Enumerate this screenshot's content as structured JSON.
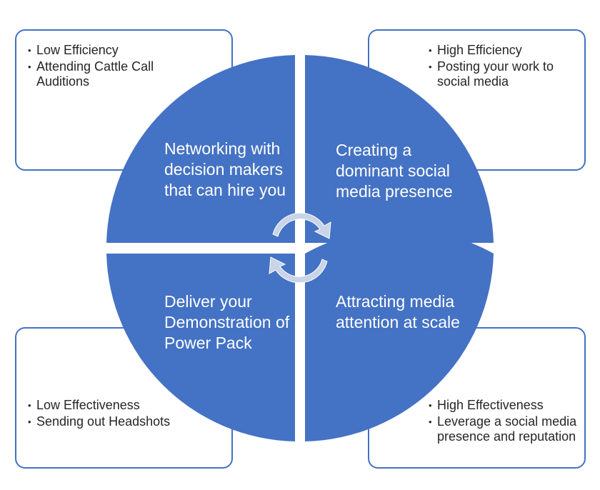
{
  "colors": {
    "quadrant_fill": "#4472c4",
    "box_border": "#4472c4",
    "arrow_fill": "#c9d4e8",
    "text_light": "#ffffff",
    "text_dark": "#262626"
  },
  "quadrants": {
    "top_left": "Networking with decision makers that can hire you",
    "top_right": "Creating a dominant social media presence",
    "bottom_left": "Deliver your Demonstration of Power Pack",
    "bottom_right": "Attracting media attention at scale"
  },
  "boxes": {
    "top_left": {
      "items": [
        "Low Efficiency",
        "Attending Cattle Call Auditions"
      ]
    },
    "top_right": {
      "items": [
        "High Efficiency",
        "Posting your work to social media"
      ]
    },
    "bottom_left": {
      "items": [
        "Low Effectiveness",
        "Sending out Headshots"
      ]
    },
    "bottom_right": {
      "items": [
        "High Effectiveness",
        "Leverage a social media presence and reputation"
      ]
    }
  },
  "cycle_icon": "circular-arrows-icon"
}
